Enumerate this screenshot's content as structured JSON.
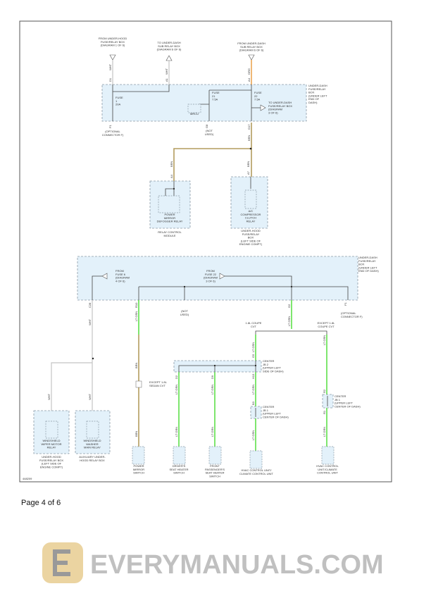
{
  "top_sources": {
    "from_underhood": [
      "FROM UNDER-HOOD",
      "FUSE/RELAY BOX",
      "(DIAGRAM 1 OF 6)"
    ],
    "to_subrelay": [
      "TO UNDER-DASH",
      "SUB RELAY BOX",
      "(DIAGRAM 6 OF 6)"
    ],
    "from_subrelay": [
      "FROM UNDER-DASH",
      "SUB RELAY BOX",
      "(DIAGRAM 6 OF 6)"
    ]
  },
  "wires": {
    "wht": "WHT",
    "org": "ORG",
    "brn": "BRN",
    "ltgrn": "LT GRN"
  },
  "pins": {
    "d1": "D1",
    "a1": "A1",
    "a4": "A4",
    "f1": "F1",
    "g8": "G8",
    "o17": "O17",
    "a4b": "A4",
    "a7": "A7",
    "c28": "C28",
    "r10": "R10",
    "o2": "O2",
    "f1b": "F1",
    "g5": "G5",
    "h13": "H13",
    "d2": "D2",
    "d9": "D9",
    "r2": "R2",
    "b3": "B3",
    "r1": "R1"
  },
  "fuses": {
    "fuse1": [
      "FUSE",
      "1",
      "20A"
    ],
    "fuse21": [
      "FUSE",
      "21",
      "7.5A"
    ],
    "fuse22": [
      "FUSE",
      "22",
      "7.5A"
    ]
  },
  "top_box_label": [
    "UNDER-DASH",
    "FUSE/RELAY",
    "BOX",
    "(UNDER LEFT",
    "END OF",
    "DASH)"
  ],
  "to_underdash": [
    "TO UNDER-DASH",
    "FUSE/RELAY BOX",
    "(DIAGRAM",
    "3 OF 6)"
  ],
  "mrcu": "MRCU",
  "optional_f": [
    "(OPTIONAL",
    "CONNECTOR F)"
  ],
  "not_used": [
    "(NOT",
    "USED)"
  ],
  "relay_module": {
    "inner": [
      "POWER",
      "MIRROR",
      "DEFOGGER RELAY"
    ],
    "outer": [
      "RELAY CONTROL",
      "MODULE"
    ]
  },
  "ac_relay": {
    "inner": [
      "A/C",
      "COMPRESSOR",
      "CLUTCH",
      "RELAY"
    ],
    "outer": [
      "UNDER-HOOD",
      "FUSE/RELAY",
      "BOX",
      "(LEFT SIDE OF",
      "ENGINE COMPT)"
    ]
  },
  "mid_box_label": [
    "UNDER-DASH",
    "FUSE/RELAY",
    "BOX",
    "(UNDER LEFT",
    "END OF DASH)"
  ],
  "from_fuse6": [
    "FROM",
    "FUSE 6",
    "(DIAGRAM",
    "4 OF 6)"
  ],
  "from_fuse22": [
    "FROM",
    "FUSE 22",
    "(DIAGRAM",
    "3 OF 6)"
  ],
  "not_used2": [
    "(NOT",
    "USED)"
  ],
  "optional_f2": [
    "(OPTIONAL",
    "CONNECTOR F)"
  ],
  "coupe": [
    "1.8L COUPE",
    "CVT"
  ],
  "except_coupe": [
    "EXCEPT 1.8L",
    "COUPE CVT"
  ],
  "except_sedan": [
    "EXCEPT 1.8L",
    "SEDAN CVT"
  ],
  "jb2": [
    "CENTER",
    "JB 2",
    "(UPPER LEFT",
    "SIDE OF DASH)"
  ],
  "jb1a": [
    "CENTER",
    "JB 1",
    "(UPPER LEFT",
    "CENTER OF DASH)"
  ],
  "jb1b": [
    "CENTER",
    "JB 1",
    "(UPPER LEFT",
    "CENTER OF DASH)"
  ],
  "wiper": {
    "inner": [
      "WINDSHIELD",
      "WIPER MOTOR",
      "RELAY"
    ],
    "outer": [
      "UNDER-HOOD",
      "FUSE/RELAY BOX",
      "(LEFT SIDE OF",
      "ENGINE COMPT)"
    ]
  },
  "washer": {
    "inner": [
      "WINDSHIELD",
      "WASHER",
      "MAIN RELAY"
    ],
    "outer": [
      "AUXILIARY UNDER-",
      "HOOD RELAY BOX"
    ]
  },
  "mirror_switch": [
    "POWER",
    "MIRROR",
    "SWITCH"
  ],
  "driver_seat": [
    "DRIVER'S",
    "SEAT HEATER",
    "SWITCH"
  ],
  "pass_seat": [
    "FRONT",
    "PASSENGER'S",
    "SEAT HEATER",
    "SWITCH"
  ],
  "hvac1": [
    "HVAC CONTROL UNIT/",
    "CLIMATE CONTROL UNIT"
  ],
  "hvac2": [
    "HVAC CONTROL",
    "UNIT/CLIMATE",
    "CONTROL UNIT"
  ],
  "diagram_id": "448209",
  "watermark": "EVERYMANUALS.COM",
  "footer": "Page 4 of 6"
}
